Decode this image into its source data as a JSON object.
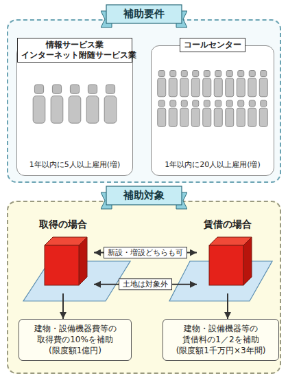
{
  "diagram": {
    "nodes": [
      {
        "text": [
          "補助要件"
        ]
      },
      {
        "text": [
          "情報サービス業 インターネット附随サービス業",
          "1年以内に5人以上雇用(増)"
        ],
        "in": 0
      },
      {
        "text": [
          "コールセンター",
          "1年以内に20人以上雇用(増)"
        ],
        "in": 0
      },
      {
        "text": [
          "補助対象"
        ]
      },
      {
        "text": [
          "取得の場合"
        ],
        "in": 3
      },
      {
        "text": [
          "賃借の場合"
        ],
        "in": 3
      },
      {
        "text": [
          "建物・設備機器費等の 取得費の10%を補助",
          "(限度額1億円)"
        ],
        "in": 3
      },
      {
        "text": [
          "建物・設備機器等の 賃借料の1／2を補助",
          "(限度額1千万円×3年間)"
        ],
        "in": 3
      }
    ],
    "edges": [
      {
        "from": 4,
        "to": 5,
        "arrow": "both",
        "label": "新設・増設どちらも可"
      },
      {
        "from": 4,
        "to": 5,
        "arrow": "both",
        "label": "土地は対象外"
      },
      {
        "from": 4,
        "to": 6,
        "arrow": "to"
      },
      {
        "from": 5,
        "to": 7,
        "arrow": "to"
      }
    ]
  }
}
